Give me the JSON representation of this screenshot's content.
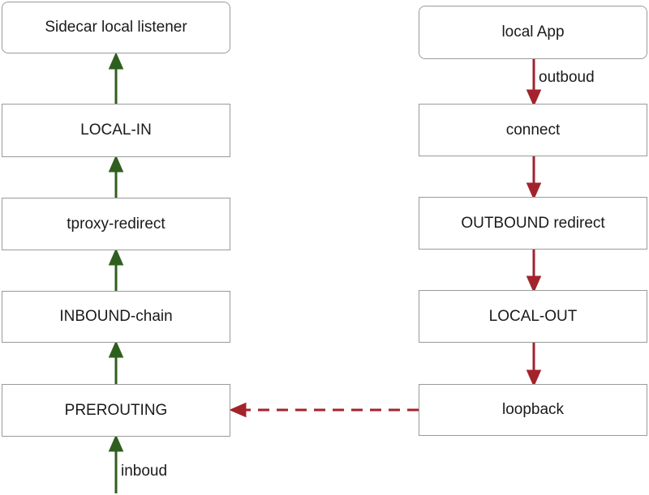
{
  "colors": {
    "inbound_arrow": "#2f5f1e",
    "outbound_arrow": "#a3232d",
    "node_border": "#9a9a9a"
  },
  "inbound_chain": {
    "sidecar_listener": "Sidecar local listener",
    "local_in": "LOCAL-IN",
    "tproxy_redirect": "tproxy-redirect",
    "inbound_chain": "INBOUND-chain",
    "prerouting": "PREROUTING",
    "entry_label": "inboud"
  },
  "outbound_chain": {
    "local_app": "local App",
    "connect": "connect",
    "outbound_redirect": "OUTBOUND redirect",
    "local_out": "LOCAL-OUT",
    "loopback": "loopback",
    "exit_label": "outboud"
  }
}
